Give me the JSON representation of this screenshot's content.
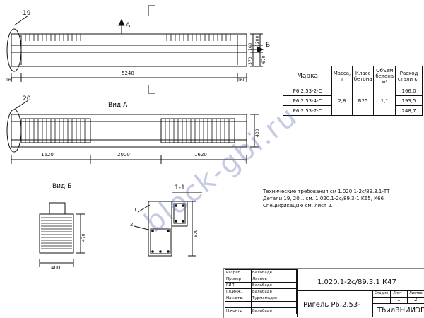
{
  "drawing": {
    "callout_19": "19",
    "callout_20": "20",
    "section_mark_a": "A",
    "section_mark_b": "Б",
    "dim_main_top": "5240",
    "dim_160_left": "160",
    "dim_160_right": "160",
    "dim_1200": "1200",
    "dim_100": "100",
    "dim_370": "370",
    "dim_670_top": "670",
    "view_a_title": "Вид А",
    "dim_1620_left": "1620",
    "dim_2000": "2000",
    "dim_1620_right": "1620",
    "dim_400_right": "400",
    "view_b_title": "Вид Б",
    "dim_470": "470",
    "dim_400_bottom": "400",
    "section_title": "1-1",
    "section_label_1": "1",
    "section_label_2": "2",
    "dim_670_section": "670"
  },
  "spec_table": {
    "headers": [
      "Марка",
      "Масса, т",
      "Класс бетона",
      "Объем бетона м³",
      "Расход стали кг"
    ],
    "rows": [
      {
        "mark": "Р6 2.53-2-С",
        "steel": "166,0"
      },
      {
        "mark": "Р6 2.53-4-С",
        "steel": "193,5"
      },
      {
        "mark": "Р6 2.53-7-С",
        "steel": "248,7"
      }
    ],
    "mass": "2,8",
    "concrete_class": "В25",
    "volume": "1,1"
  },
  "notes": {
    "line1": "Технические требования см 1.020.1-2с/89.3.1-ТТ",
    "line2": "Детали 19, 20... см. 1.020.1-2с/89.3-1 К65, К66",
    "line3": "Спецификацию см. лист 2."
  },
  "title_block": {
    "roles": [
      "Разраб",
      "Провер",
      "ГИП",
      "Гл.инж.",
      "Нач.отд.",
      "",
      "Н.контр"
    ],
    "names": [
      "Балабаде",
      "Ласнев",
      "Балабаде",
      "Балабаде",
      "Турмамадзе",
      "",
      "Балабаде"
    ],
    "doc_code": "1.020.1-2с/89.3.1 К47",
    "item_name": "Ригель Р6.2.53-",
    "stage_header": "Стадия",
    "sheet_header": "Лист",
    "sheets_header": "Листов",
    "sheet_number": "1",
    "sheets_total": "2",
    "organization": "ТбилЗНИИЭП"
  },
  "watermark": {
    "text": "block-gbi.ru"
  }
}
